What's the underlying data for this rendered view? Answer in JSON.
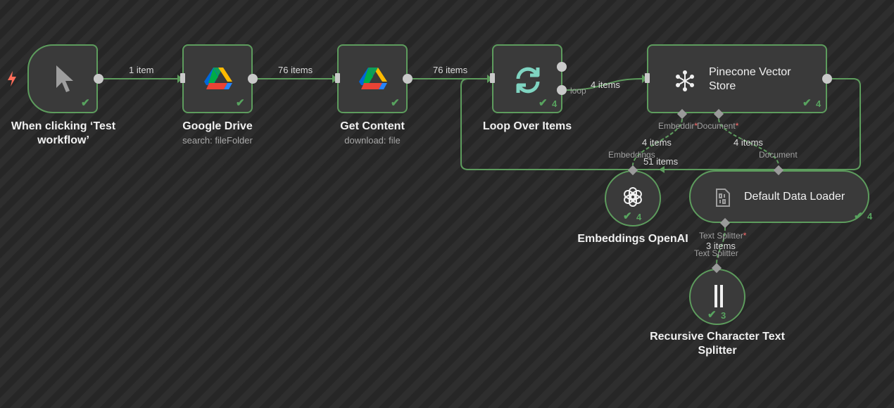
{
  "nodes": {
    "trigger": {
      "title": "When clicking ‘Test workflow’",
      "icon": "cursor-icon",
      "check": "✔"
    },
    "drive": {
      "title": "Google Drive",
      "subtitle": "search: fileFolder",
      "icon": "google-drive-icon",
      "check": "✔"
    },
    "content": {
      "title": "Get Content",
      "subtitle": "download: file",
      "icon": "google-drive-icon",
      "check": "✔"
    },
    "loop": {
      "title": "Loop Over Items",
      "icon": "loop-icon",
      "check": "✔",
      "count": "4",
      "port_loop": "loop"
    },
    "pinecone": {
      "title": "Pinecone Vector Store",
      "icon": "pinecone-icon",
      "check": "✔",
      "count": "4",
      "port_embedding": "Embeddir",
      "port_document": "Document",
      "required_mark": "*"
    },
    "embeddings": {
      "title": "Embeddings OpenAI",
      "icon": "openai-icon",
      "check": "✔",
      "count": "4",
      "port": "Embeddings"
    },
    "loader": {
      "title": "Default Data Loader",
      "icon": "binary-file-icon",
      "check": "✔",
      "count": "4",
      "port_top": "Document",
      "port_bottom": "Text Splitter",
      "required_mark": "*"
    },
    "splitter": {
      "title": "Recursive Character Text Splitter",
      "icon": "splitter-icon",
      "check": "✔",
      "count": "3",
      "port": "Text Splitter"
    }
  },
  "edges": {
    "trigger_drive": "1 item",
    "drive_content": "76 items",
    "content_loop": "76 items",
    "loop_pinecone": "4 items",
    "pinecone_back": "51 items",
    "embeddings_pinecone": "4 items",
    "loader_pinecone": "4 items",
    "splitter_loader": "3 items"
  },
  "colors": {
    "success": "#58a35f",
    "border": "#5d9c5d",
    "trigger_bolt": "#ff6d5a",
    "required": "#ff6d6d"
  }
}
